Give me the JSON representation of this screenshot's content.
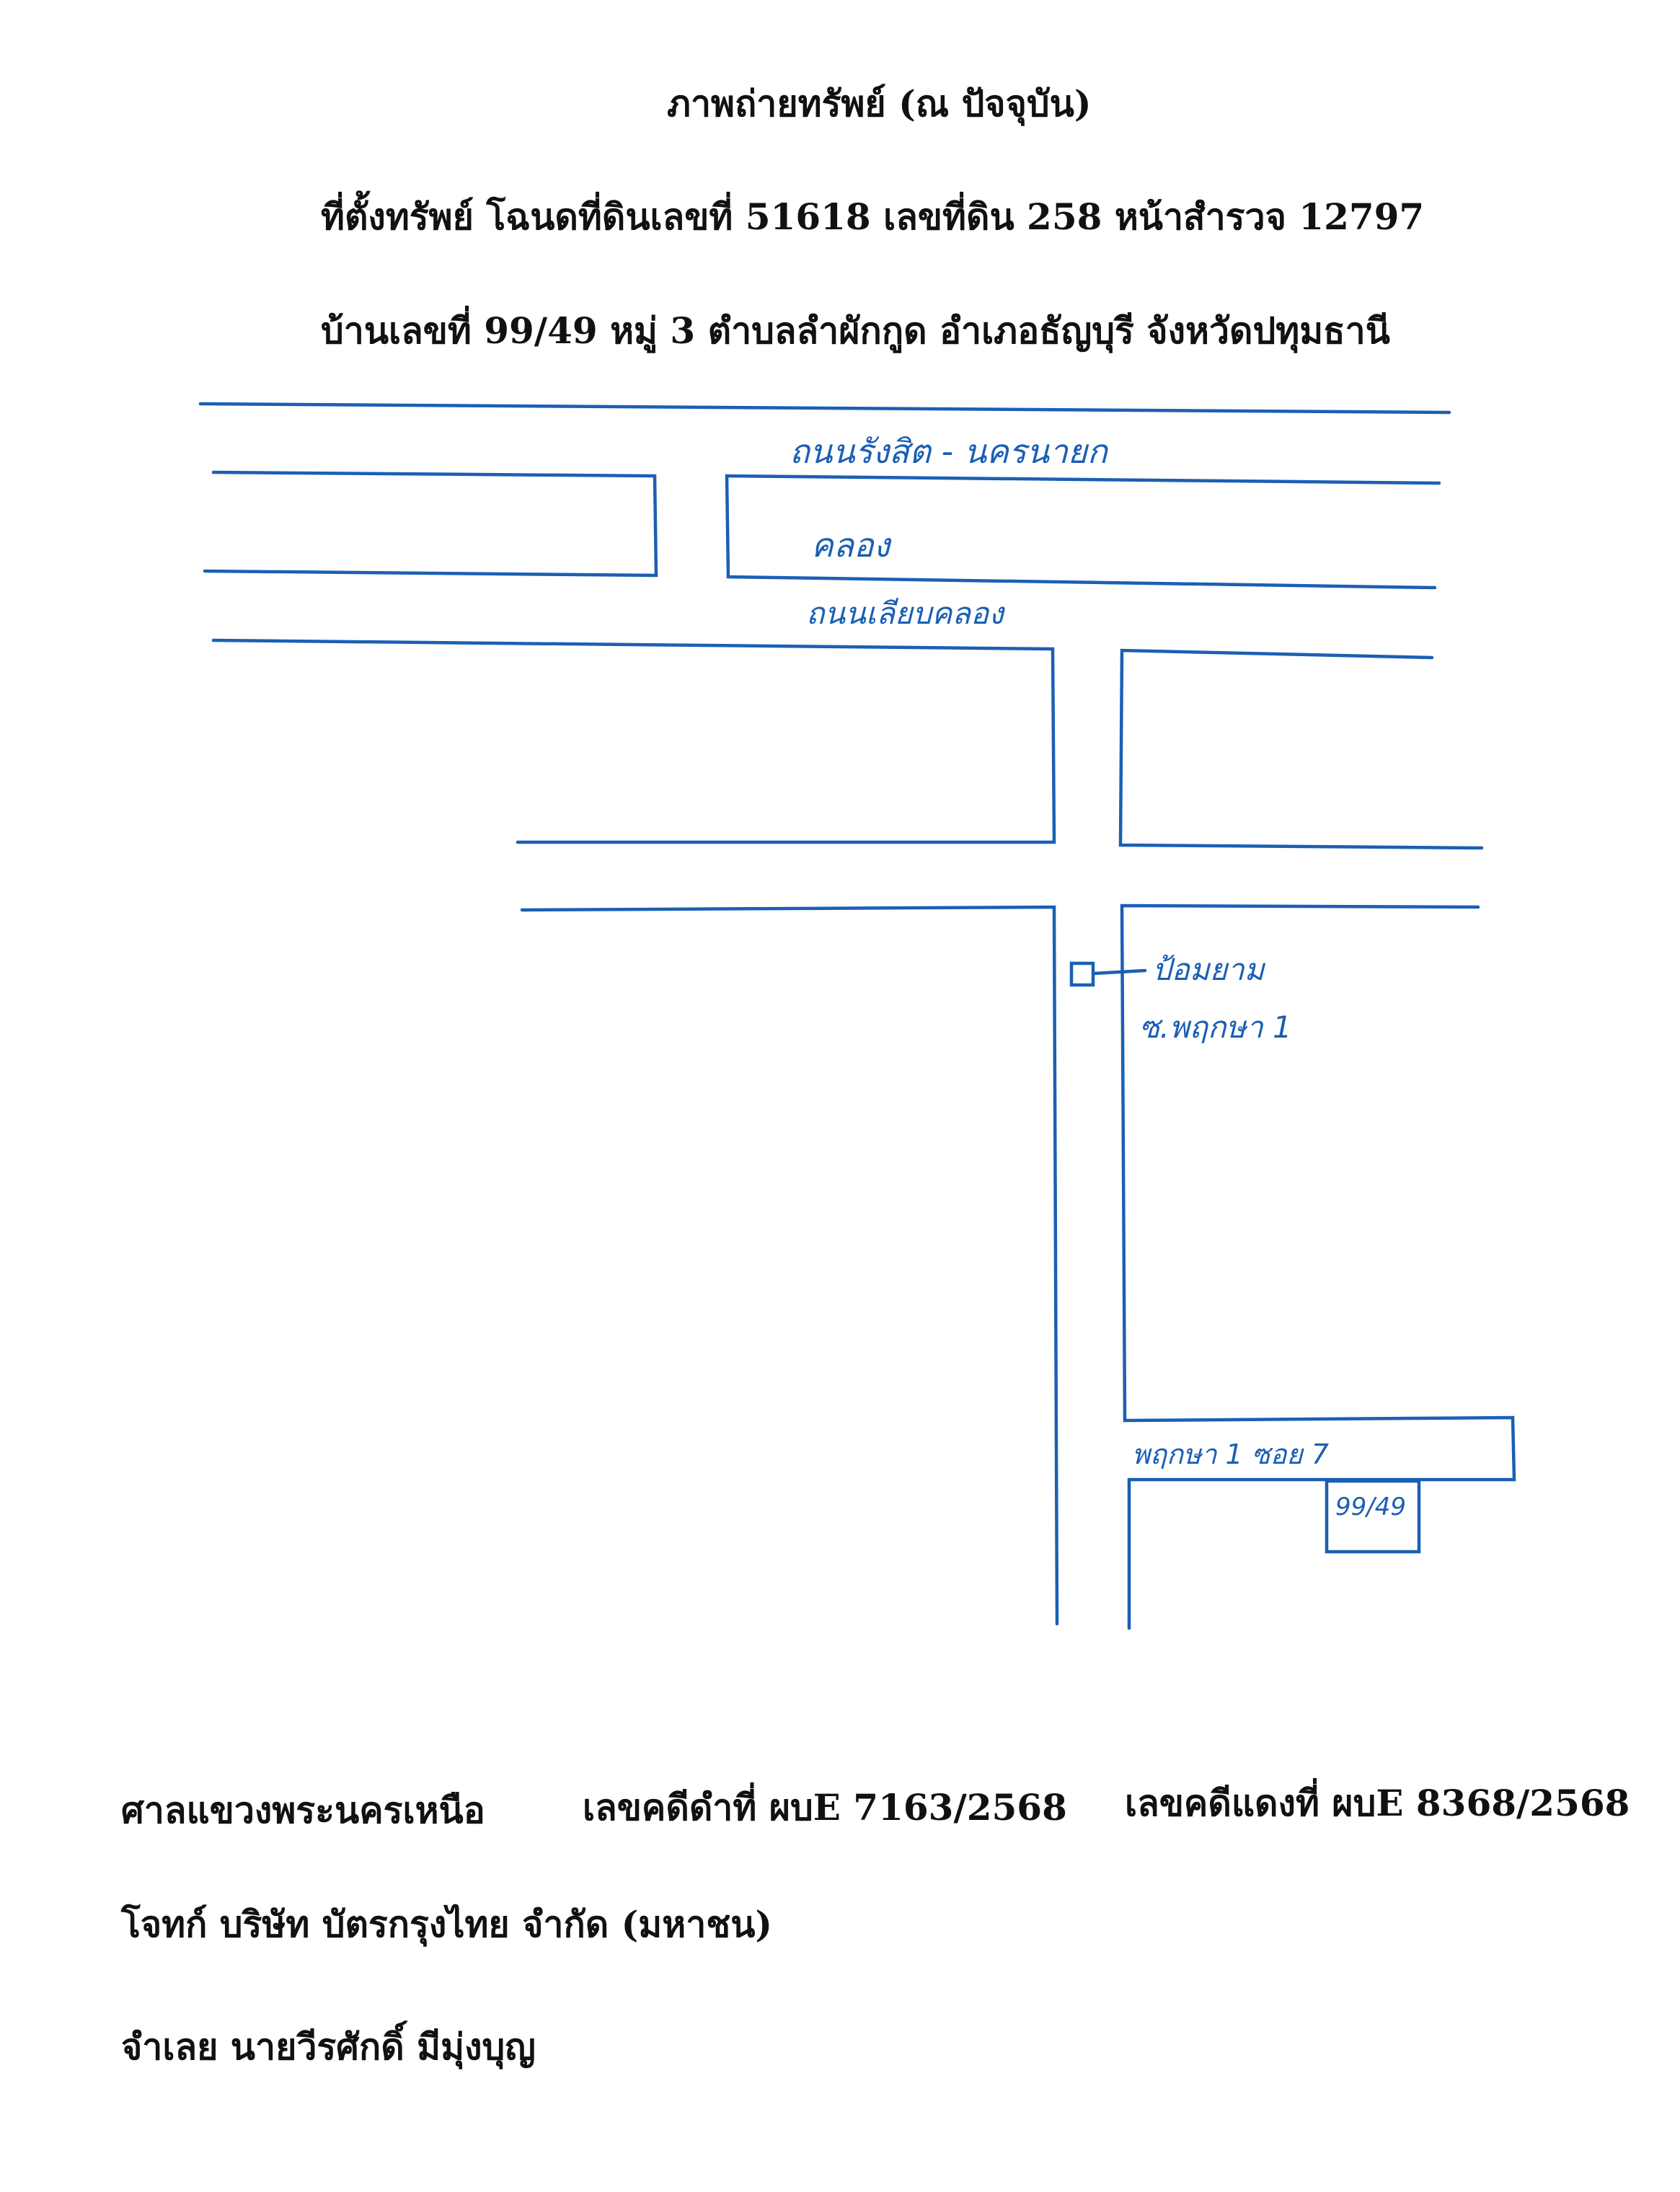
{
  "header": {
    "title": "ภาพถ่ายทรัพย์ (ณ ปัจจุบัน)",
    "location_line": "ที่ตั้งทรัพย์ โฉนดที่ดินเลขที่ 51618 เลขที่ดิน 258 หน้าสำรวจ 12797",
    "address_line": "บ้านเลขที่ 99/49 หมู่ 3 ตำบลลำผักกูด อำเภอธัญบุรี จังหวัดปทุมธานี"
  },
  "map": {
    "road_main": "ถนนรังสิต - นครนายก",
    "canal": "คลอง",
    "road_canal_side": "ถนนเลียบคลอง",
    "landmark": "ป้อมยาม",
    "soi_entrance": "ซ.พฤกษา 1",
    "soi_label": "พฤกษา 1 ซอย 7",
    "house_number": "99/49"
  },
  "footer": {
    "court": "ศาลแขวงพระนครเหนือ",
    "black_case": "เลขคดีดำที่ ผบE 7163/2568",
    "red_case": "เลขคดีแดงที่ ผบE 8368/2568",
    "plaintiff": "โจทก์ บริษัท บัตรกรุงไทย จำกัด (มหาชน)",
    "defendant": "จำเลย นายวีรศักดิ์ มีมุ่งบุญ"
  }
}
